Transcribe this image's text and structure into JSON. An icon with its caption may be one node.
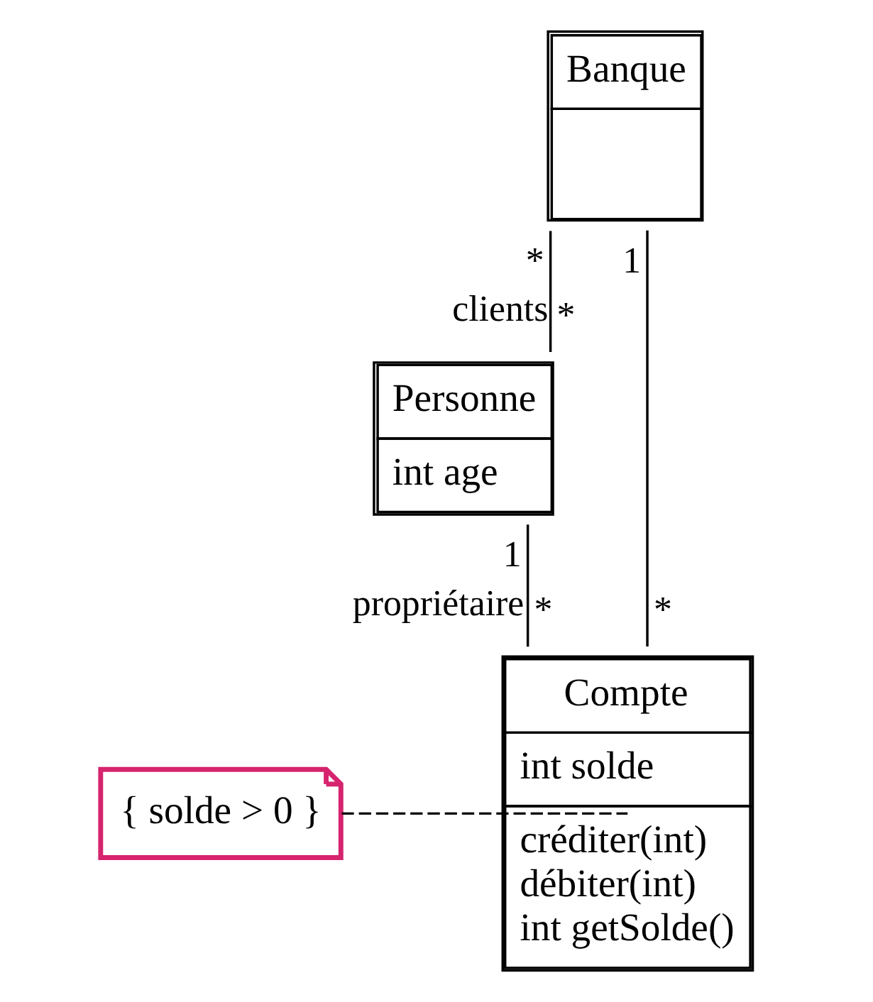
{
  "diagram": {
    "nodes": [
      {
        "text": [
          "Banque"
        ]
      },
      {
        "text": [
          "Personne",
          "int age"
        ]
      },
      {
        "text": [
          "Compte",
          "int solde",
          "créditer(int)",
          "débiter(int)",
          "int getSolde()"
        ]
      },
      {
        "text": [
          "{ solde > 0 }"
        ]
      }
    ],
    "edges": [
      {
        "from": 0,
        "to": 1,
        "arrow": "none",
        "label": "clients"
      },
      {
        "from": 0,
        "to": 2,
        "arrow": "none"
      },
      {
        "from": 1,
        "to": 2,
        "arrow": "none",
        "label": "propriétaire"
      },
      {
        "from": 3,
        "to": 2,
        "arrow": "none",
        "style": "dashed"
      }
    ],
    "labels": [
      "*",
      "*",
      "1",
      "*",
      "1",
      "*"
    ]
  }
}
